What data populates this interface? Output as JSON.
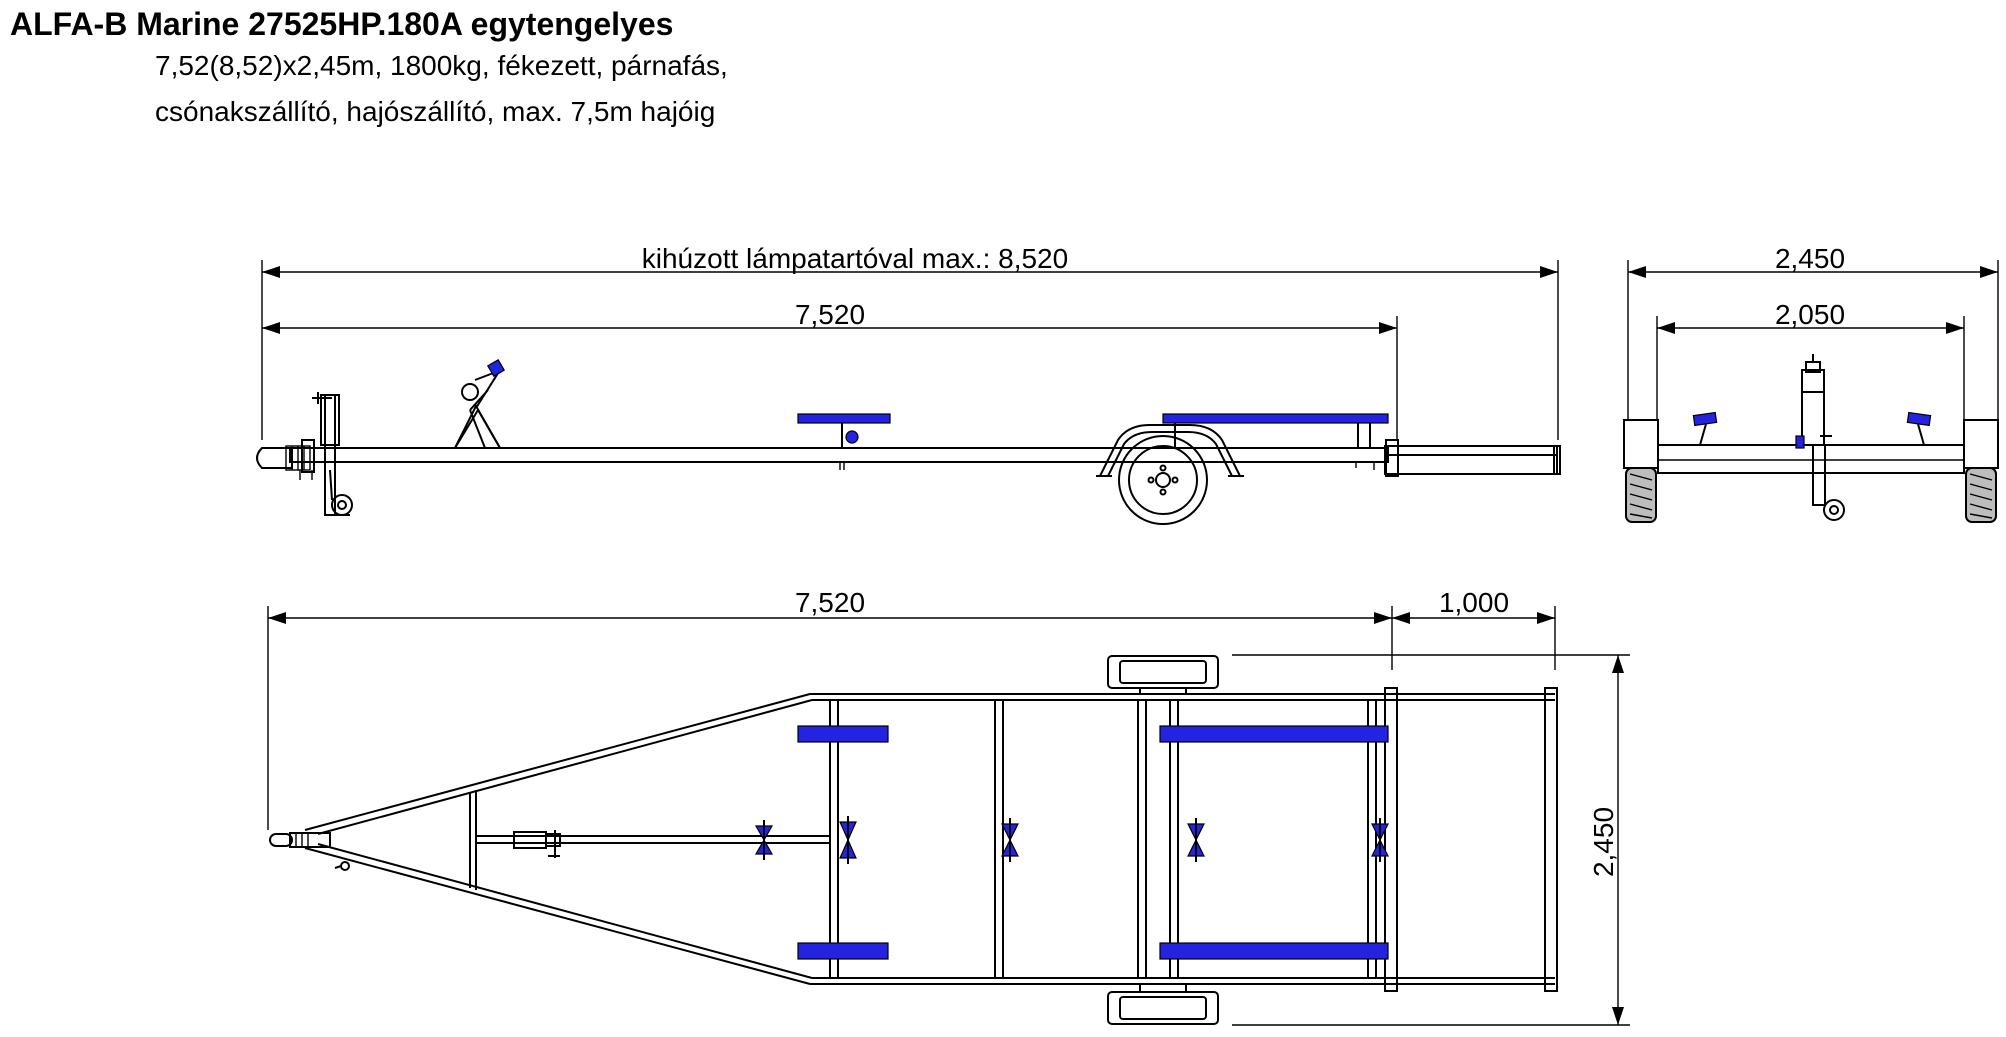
{
  "header": {
    "title": "ALFA-B Marine 27525HP.180A egytengelyes",
    "subtitle_line1": "7,52(8,52)x2,45m, 1800kg, fékezett, párnafás,",
    "subtitle_line2": "csónakszállító, hajószállító, max. 7,5m hajóig"
  },
  "dimensions": {
    "side_total_label": "kihúzott lámpatartóval max.: 8,520",
    "side_length": "7,520",
    "front_width": "2,450",
    "front_track": "2,050",
    "top_length": "7,520",
    "top_extension": "1,000",
    "top_width": "2,450"
  },
  "colors": {
    "pad": "#2424e0",
    "line": "#000000",
    "tire": "#bdbdbd"
  }
}
